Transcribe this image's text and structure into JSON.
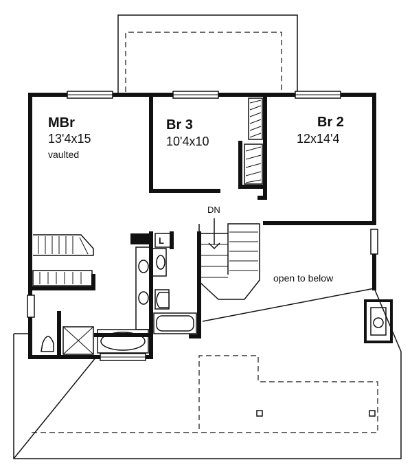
{
  "rooms": {
    "master": {
      "name": "MBr",
      "dims": "13'4x15",
      "note": "vaulted"
    },
    "br3": {
      "name": "Br 3",
      "dims": "10'4x10"
    },
    "br2": {
      "name": "Br 2",
      "dims": "12x14'4"
    }
  },
  "labels": {
    "stair_down": "DN",
    "open_to_below": "open to below",
    "linen": "L"
  }
}
